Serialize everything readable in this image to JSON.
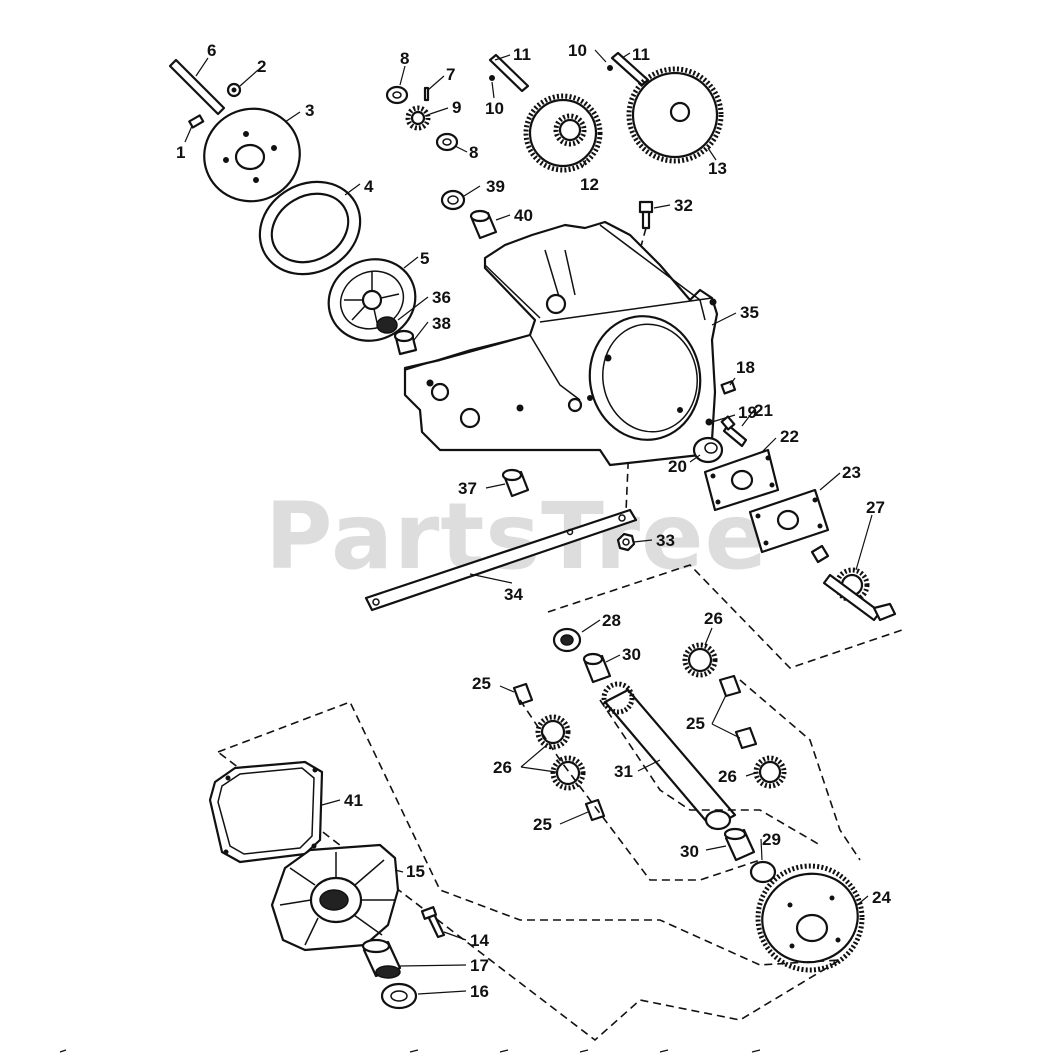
{
  "watermark": "PartsTree",
  "callouts": {
    "c1": "1",
    "c2": "2",
    "c3": "3",
    "c4": "4",
    "c5": "5",
    "c6": "6",
    "c7": "7",
    "c8a": "8",
    "c8b": "8",
    "c9": "9",
    "c10a": "10",
    "c10b": "10",
    "c11a": "11",
    "c11b": "11",
    "c12": "12",
    "c13": "13",
    "c14": "14",
    "c15": "15",
    "c16": "16",
    "c17": "17",
    "c18": "18",
    "c19": "19",
    "c20": "20",
    "c21": "21",
    "c22": "22",
    "c23": "23",
    "c24": "24",
    "c25a": "25",
    "c25b": "25",
    "c25c": "25",
    "c26a": "26",
    "c26b": "26",
    "c26c": "26",
    "c27": "27",
    "c28": "28",
    "c29": "29",
    "c30a": "30",
    "c30b": "30",
    "c31": "31",
    "c32": "32",
    "c33": "33",
    "c34": "34",
    "c35": "35",
    "c36": "36",
    "c37": "37",
    "c38": "38",
    "c39": "39",
    "c40": "40",
    "c41": "41"
  }
}
